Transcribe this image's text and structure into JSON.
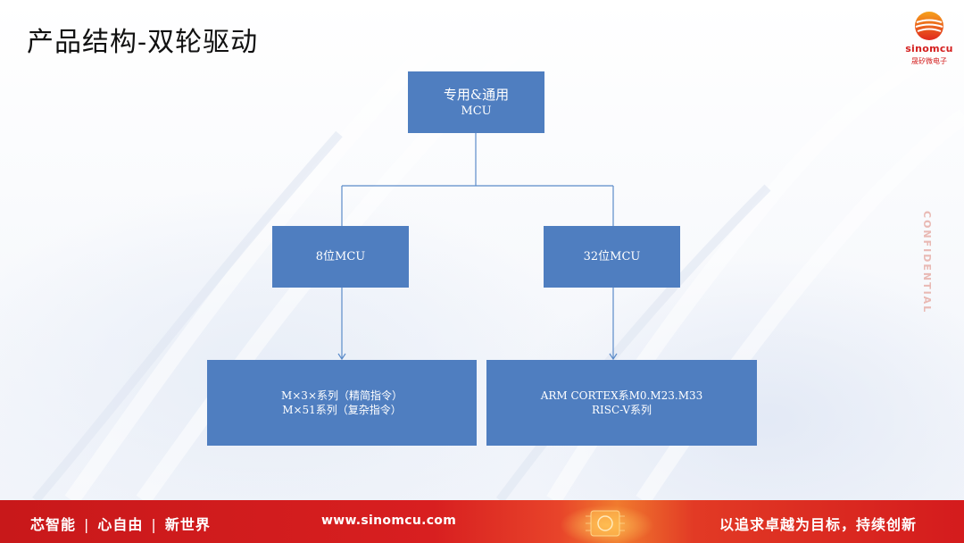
{
  "slide": {
    "title": "产品结构-双轮驱动",
    "watermark": "CONFIDENTIAL"
  },
  "logo": {
    "brand": "sinomcu",
    "brand_cn": "晟矽微电子",
    "icon": "sun-logo-icon",
    "color": "#d4201f"
  },
  "diagram": {
    "box_color": "#4f7ec0",
    "line_color": "#5b8bc9",
    "top": {
      "line1": "专用&通用",
      "line2": "MCU"
    },
    "left": {
      "label": "8位MCU"
    },
    "right": {
      "label": "32位MCU"
    },
    "bottom_left": {
      "line1": "M×3×系列（精简指令）",
      "line2": "M×51系列（复杂指令）"
    },
    "bottom_right": {
      "line1": "ARM CORTEX系M0.M23.M33",
      "line2": "RISC-V系列"
    }
  },
  "footer": {
    "slogan_left": [
      "芯智能",
      "心自由",
      "新世界"
    ],
    "separator": "|",
    "url": "www.sinomcu.com",
    "slogan_right": "以追求卓越为目标，持续创新",
    "color": "#d81f20"
  }
}
